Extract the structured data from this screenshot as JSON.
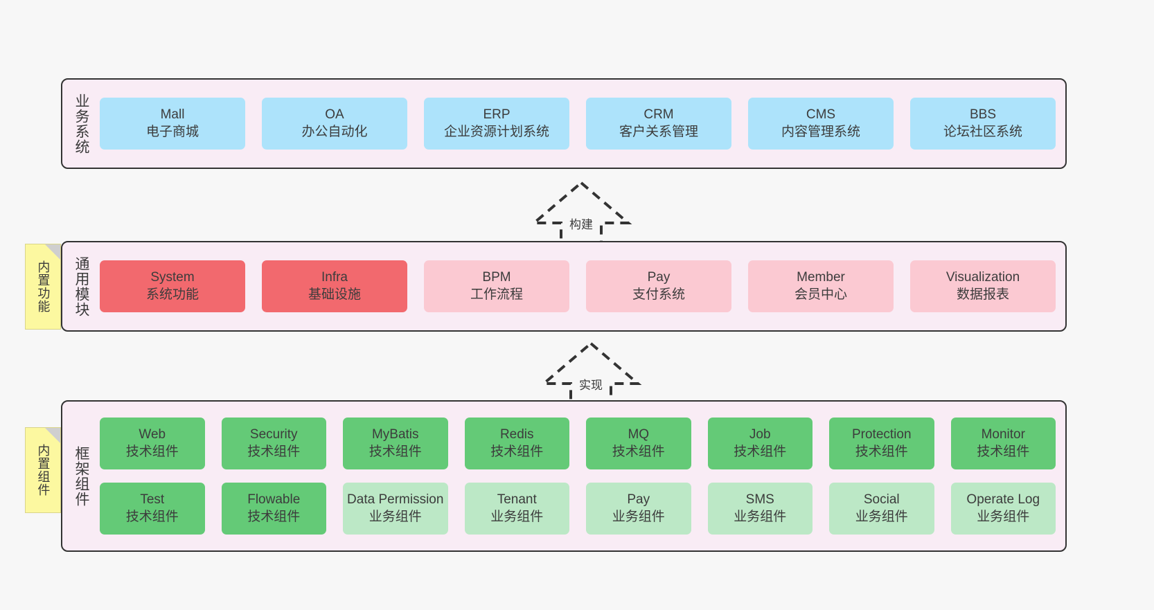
{
  "diagram": {
    "background_color": "#f7f7f7",
    "panel_color": "#f9ecf5",
    "panel_border_color": "#333333",
    "note_color": "#fcf8a0"
  },
  "layers": [
    {
      "id": "business",
      "title": "业务系统",
      "card_color": "#ade3fb",
      "rows": [
        [
          {
            "en": "Mall",
            "cn": "电子商城",
            "style": "blue"
          },
          {
            "en": "OA",
            "cn": "办公自动化",
            "style": "blue"
          },
          {
            "en": "ERP",
            "cn": "企业资源计划系统",
            "style": "blue"
          },
          {
            "en": "CRM",
            "cn": "客户关系管理",
            "style": "blue"
          },
          {
            "en": "CMS",
            "cn": "内容管理系统",
            "style": "blue"
          },
          {
            "en": "BBS",
            "cn": "论坛社区系统",
            "style": "blue"
          }
        ]
      ]
    },
    {
      "id": "module",
      "title": "通用模块",
      "card_color": "#f2696e",
      "rows": [
        [
          {
            "en": "System",
            "cn": "系统功能",
            "style": "red"
          },
          {
            "en": "Infra",
            "cn": "基础设施",
            "style": "red"
          },
          {
            "en": "BPM",
            "cn": "工作流程",
            "style": "pink"
          },
          {
            "en": "Pay",
            "cn": "支付系统",
            "style": "pink"
          },
          {
            "en": "Member",
            "cn": "会员中心",
            "style": "pink"
          },
          {
            "en": "Visualization",
            "cn": "数据报表",
            "style": "pink"
          }
        ]
      ]
    },
    {
      "id": "framework",
      "title": "框架组件",
      "card_color": "#64ca77",
      "rows": [
        [
          {
            "en": "Web",
            "cn": "技术组件",
            "style": "green"
          },
          {
            "en": "Security",
            "cn": "技术组件",
            "style": "green"
          },
          {
            "en": "MyBatis",
            "cn": "技术组件",
            "style": "green"
          },
          {
            "en": "Redis",
            "cn": "技术组件",
            "style": "green"
          },
          {
            "en": "MQ",
            "cn": "技术组件",
            "style": "green"
          },
          {
            "en": "Job",
            "cn": "技术组件",
            "style": "green"
          },
          {
            "en": "Protection",
            "cn": "技术组件",
            "style": "green"
          },
          {
            "en": "Monitor",
            "cn": "技术组件",
            "style": "green"
          }
        ],
        [
          {
            "en": "Test",
            "cn": "技术组件",
            "style": "green"
          },
          {
            "en": "Flowable",
            "cn": "技术组件",
            "style": "green"
          },
          {
            "en": "Data Permission",
            "cn": "业务组件",
            "style": "lgreen"
          },
          {
            "en": "Tenant",
            "cn": "业务组件",
            "style": "lgreen"
          },
          {
            "en": "Pay",
            "cn": "业务组件",
            "style": "lgreen"
          },
          {
            "en": "SMS",
            "cn": "业务组件",
            "style": "lgreen"
          },
          {
            "en": "Social",
            "cn": "业务组件",
            "style": "lgreen"
          },
          {
            "en": "Operate Log",
            "cn": "业务组件",
            "style": "lgreen"
          }
        ]
      ]
    }
  ],
  "notes": [
    {
      "id": "builtin-function",
      "text": "内置功能"
    },
    {
      "id": "builtin-component",
      "text": "内置组件"
    }
  ],
  "arrows": [
    {
      "id": "build",
      "label": "构建"
    },
    {
      "id": "impl",
      "label": "实现"
    }
  ]
}
